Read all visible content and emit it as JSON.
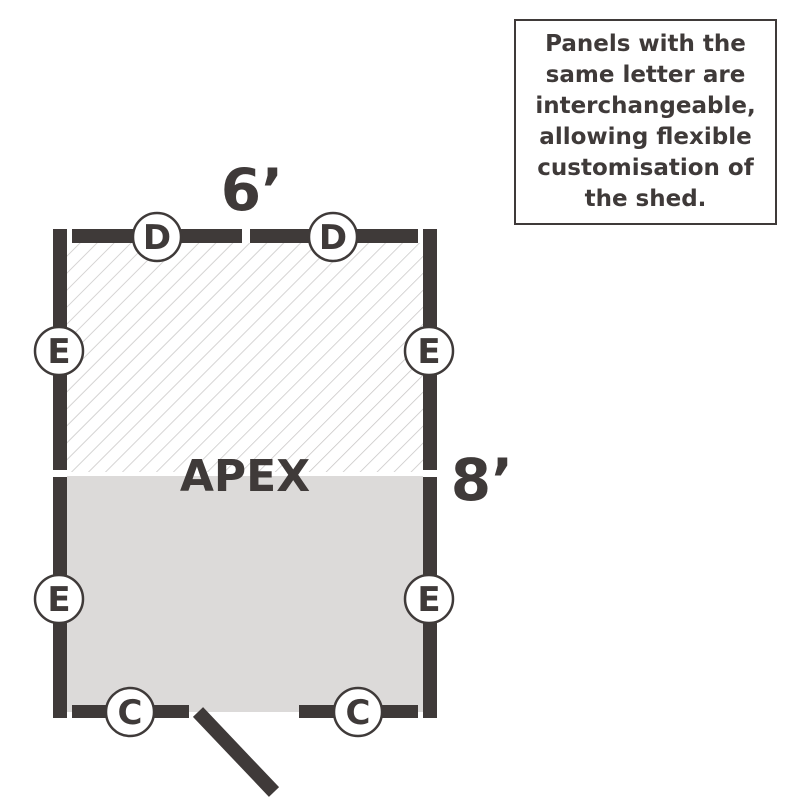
{
  "note": {
    "lines": [
      "Panels with the",
      "same letter are",
      "interchangeable,",
      "allowing flexible",
      "customisation of",
      "the shed."
    ]
  },
  "dimensions": {
    "width": "6’",
    "depth": "8’"
  },
  "roof_label": "APEX",
  "panels": {
    "top": [
      "D",
      "D"
    ],
    "left": [
      "E",
      "E"
    ],
    "right": [
      "E",
      "E"
    ],
    "bottom": [
      "C",
      "C"
    ]
  },
  "colors": {
    "wall": "#3f3a39",
    "floor": "#dcdad9",
    "hatch": "#c8c6c5"
  }
}
